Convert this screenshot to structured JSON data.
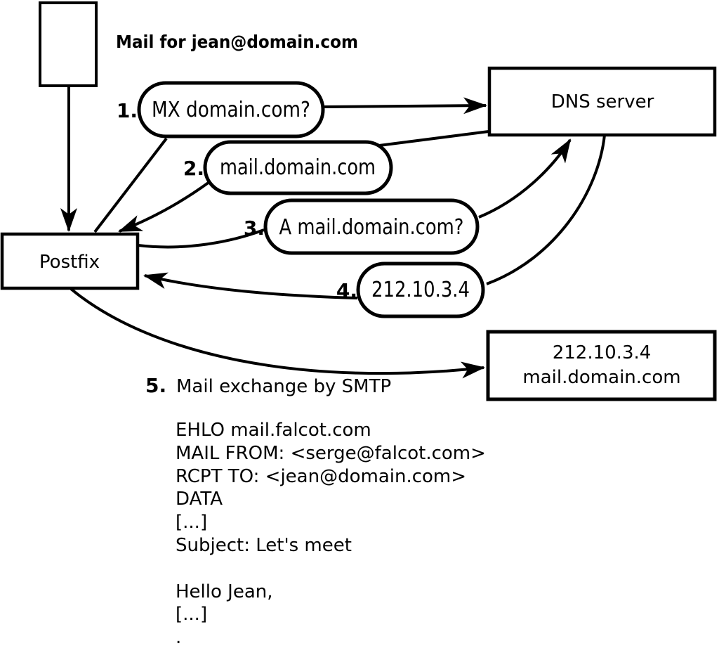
{
  "colors": {
    "ink": "#000000",
    "paper": "#ffffff"
  },
  "header": {
    "mail_source_label": "Mail for jean@domain.com"
  },
  "nodes": {
    "postfix": "Postfix",
    "dns_server": "DNS server",
    "mail_exchanger": {
      "line1": "212.10.3.4",
      "line2": "mail.domain.com"
    }
  },
  "steps": [
    {
      "num": "1.",
      "label": "MX domain.com?"
    },
    {
      "num": "2.",
      "label": "mail.domain.com"
    },
    {
      "num": "3.",
      "label": "A mail.domain.com?"
    },
    {
      "num": "4.",
      "label": "212.10.3.4"
    },
    {
      "num": "5.",
      "label": "Mail exchange by SMTP"
    }
  ],
  "smtp_session": {
    "lines": [
      "EHLO mail.falcot.com",
      "MAIL FROM: <serge@falcot.com>",
      "RCPT TO: <jean@domain.com>",
      "DATA",
      "[...]",
      "Subject: Let's meet",
      "",
      "Hello Jean,",
      "[...]",
      "."
    ]
  }
}
